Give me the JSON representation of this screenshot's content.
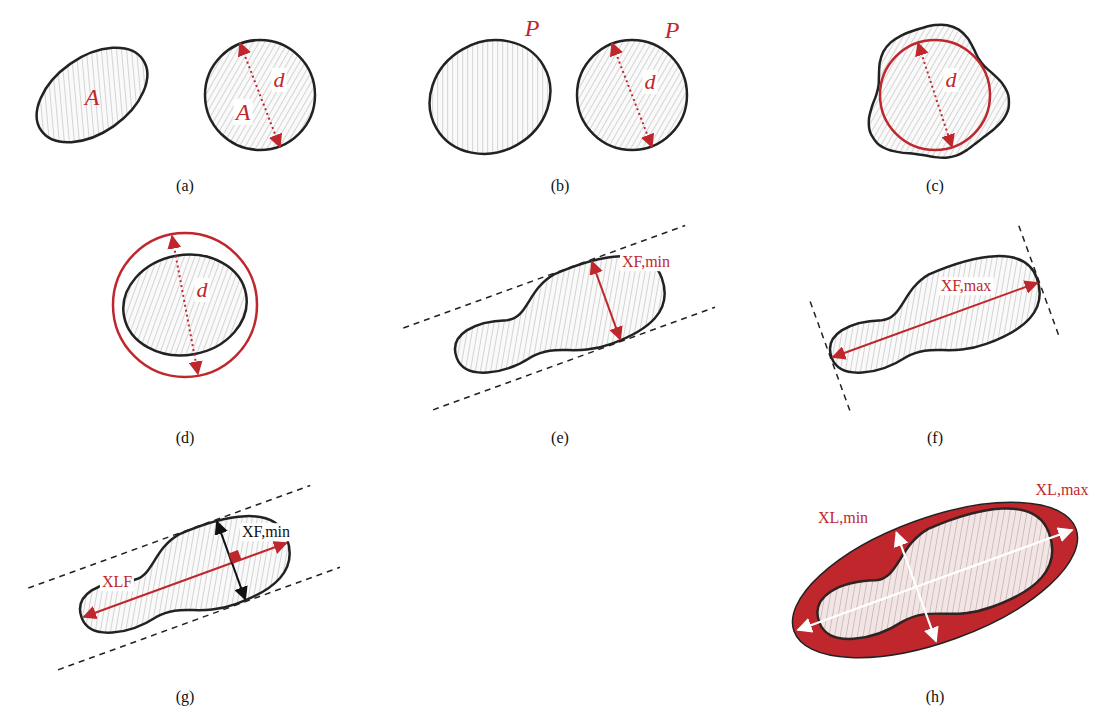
{
  "diagram": {
    "labels": [
      "A",
      "A",
      "d",
      "(a)",
      "P",
      "P",
      "d",
      "(b)",
      "d",
      "(c)",
      "d",
      "(d)",
      "XF,min",
      "(e)",
      "XF,max",
      "(f)",
      "XF,min",
      "XLF",
      "(g)",
      "XL,min",
      "XL,max",
      "(h)"
    ]
  }
}
